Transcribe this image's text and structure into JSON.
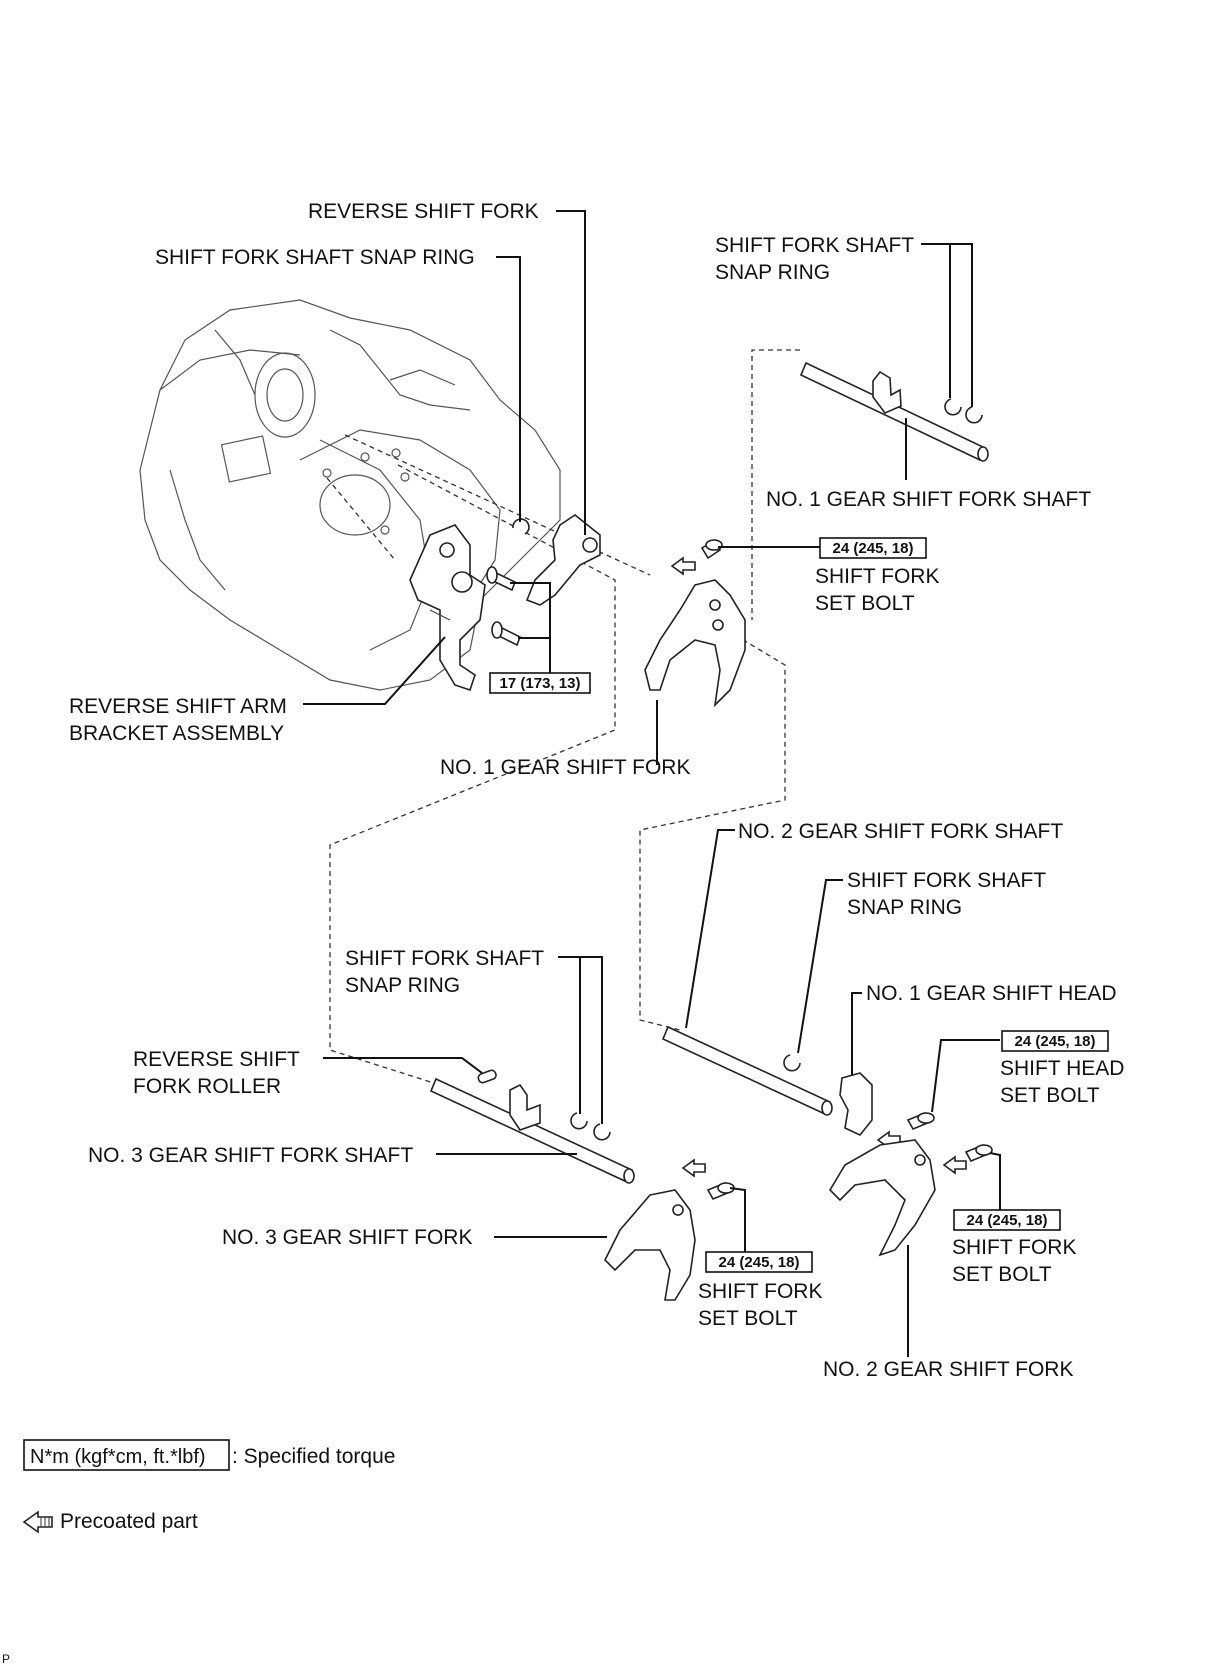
{
  "labels": {
    "reverse_shift_fork": "REVERSE SHIFT FORK",
    "snap_ring_top_left": "SHIFT FORK SHAFT SNAP RING",
    "snap_ring_top_right_1": "SHIFT FORK SHAFT",
    "snap_ring_top_right_2": "SNAP RING",
    "no1_fork_shaft": "NO. 1 GEAR SHIFT FORK SHAFT",
    "shift_fork_set_bolt_top_1": "SHIFT FORK",
    "shift_fork_set_bolt_top_2": "SET BOLT",
    "reverse_arm_bracket_1": "REVERSE SHIFT ARM",
    "reverse_arm_bracket_2": "BRACKET ASSEMBLY",
    "no1_fork": "NO. 1 GEAR SHIFT FORK",
    "no2_fork_shaft": "NO. 2 GEAR SHIFT FORK SHAFT",
    "snap_ring_mid_right_1": "SHIFT FORK SHAFT",
    "snap_ring_mid_right_2": "SNAP RING",
    "snap_ring_mid_left_1": "SHIFT FORK SHAFT",
    "snap_ring_mid_left_2": "SNAP RING",
    "no1_shift_head": "NO. 1 GEAR SHIFT HEAD",
    "reverse_fork_roller_1": "REVERSE SHIFT",
    "reverse_fork_roller_2": "FORK ROLLER",
    "shift_head_set_bolt_1": "SHIFT HEAD",
    "shift_head_set_bolt_2": "SET BOLT",
    "no3_fork_shaft": "NO. 3 GEAR SHIFT FORK SHAFT",
    "no3_fork": "NO. 3 GEAR SHIFT FORK",
    "shift_fork_set_bolt_bl_1": "SHIFT FORK",
    "shift_fork_set_bolt_bl_2": "SET BOLT",
    "shift_fork_set_bolt_br_1": "SHIFT FORK",
    "shift_fork_set_bolt_br_2": "SET BOLT",
    "no2_fork": "NO. 2 GEAR SHIFT FORK"
  },
  "torques": {
    "shift_fork_set_bolt_top": "24 (245, 18)",
    "bracket_bolts": "17 (173, 13)",
    "shift_head_set_bolt": "24 (245, 18)",
    "shift_fork_set_bolt_bl": "24 (245, 18)",
    "shift_fork_set_bolt_br": "24 (245, 18)"
  },
  "legend": {
    "torque_unit": "N*m (kgf*cm, ft.*lbf)",
    "torque_desc": ": Specified torque",
    "precoat_icon": "precoat-arrow-icon",
    "precoat_desc": "Precoated part"
  },
  "footer": {
    "code": "P"
  }
}
